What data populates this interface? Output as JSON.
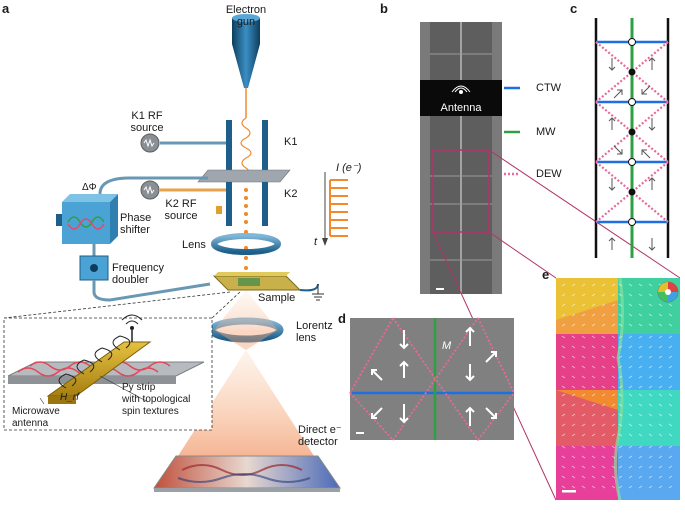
{
  "panel_letters": {
    "a": "a",
    "b": "b",
    "c": "c",
    "d": "d",
    "e": "e"
  },
  "setup": {
    "electron_gun": "Electron\ngun",
    "k1_source": "K1 RF\nsource",
    "k1": "K1",
    "k2_source": "K2 RF\nsource",
    "k2": "K2",
    "delta_phi": "ΔΦ",
    "phase_shifter": "Phase\nshifter",
    "lens": "Lens",
    "frequency_doubler": "Frequency\ndoubler",
    "sample": "Sample",
    "lorentz_lens": "Lorentz\nlens",
    "direct_detector": "Direct e⁻\ndetector",
    "current_axis": "I (e⁻)",
    "time_axis": "t",
    "pulse_count": 8
  },
  "inset": {
    "h_rf": "H_rf",
    "microwave_antenna": "Microwave\nantenna",
    "py_strip": "Py strip\nwith topological\nspin textures"
  },
  "panel_b": {
    "antenna_label": "Antenna"
  },
  "legend": {
    "items": [
      {
        "label": "CTW",
        "color": "#1f6fe0",
        "style": "solid"
      },
      {
        "label": "MW",
        "color": "#2ea043",
        "style": "solid"
      },
      {
        "label": "DEW",
        "color": "#e8699a",
        "style": "dotted"
      }
    ]
  },
  "panel_d": {
    "m_label": "M"
  },
  "colors": {
    "ctw": "#1f6fe0",
    "mw": "#2ea043",
    "dew": "#e8699a",
    "rf_blue": "#1d5f8a",
    "pulse_orange": "#f08a2a",
    "magenta_frame": "#b3336b"
  }
}
